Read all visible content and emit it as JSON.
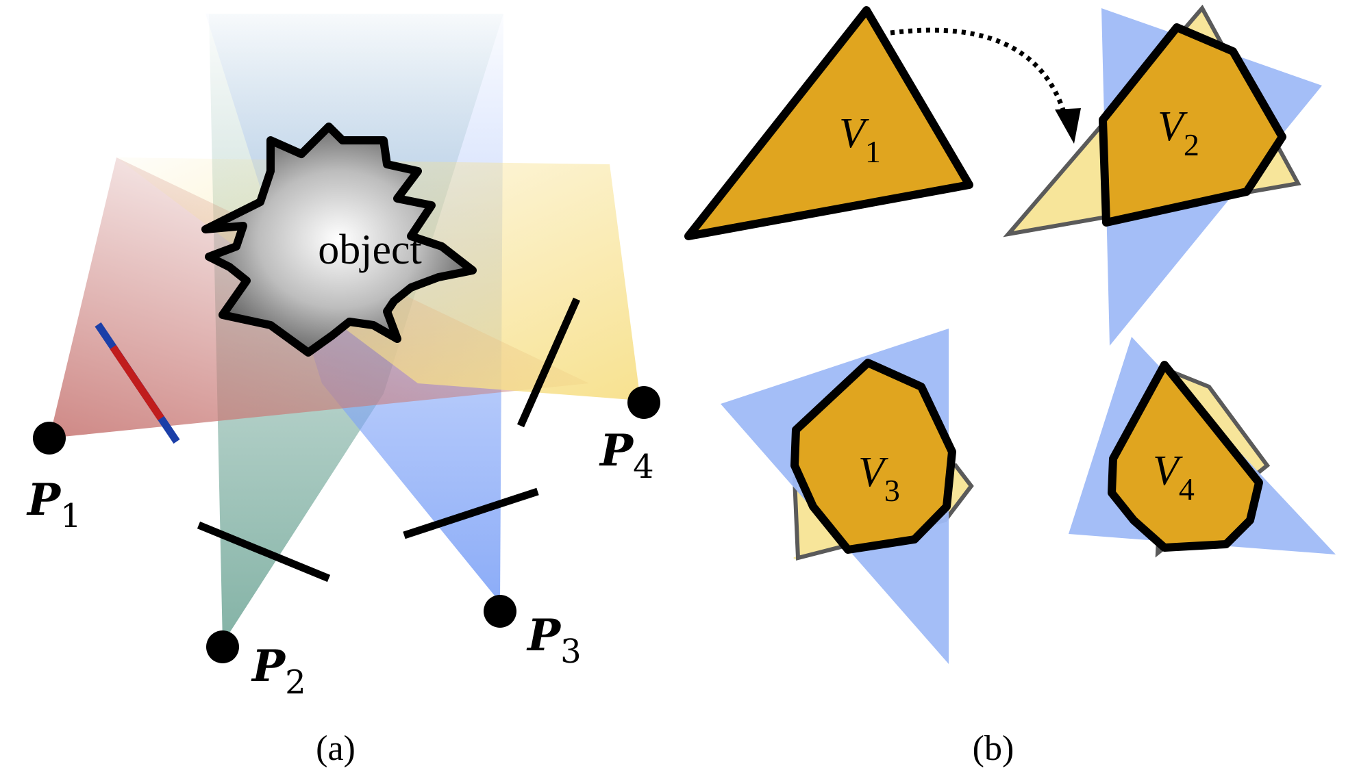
{
  "panel_a": {
    "object_label": "object",
    "points": [
      {
        "name": "P",
        "sub": "1"
      },
      {
        "name": "P",
        "sub": "2"
      },
      {
        "name": "P",
        "sub": "3"
      },
      {
        "name": "P",
        "sub": "4"
      }
    ],
    "cone_colors": [
      "#c97b78",
      "#6ea596",
      "#7fa3f7",
      "#f7e08a"
    ],
    "caption": "(a)"
  },
  "panel_b": {
    "volumes": [
      {
        "name": "V",
        "sub": "1"
      },
      {
        "name": "V",
        "sub": "2"
      },
      {
        "name": "V",
        "sub": "3"
      },
      {
        "name": "V",
        "sub": "4"
      }
    ],
    "fill_color": "#e0a51f",
    "cone_color": "#9fbaf7",
    "prev_color": "#f7e59a",
    "caption": "(b)"
  }
}
